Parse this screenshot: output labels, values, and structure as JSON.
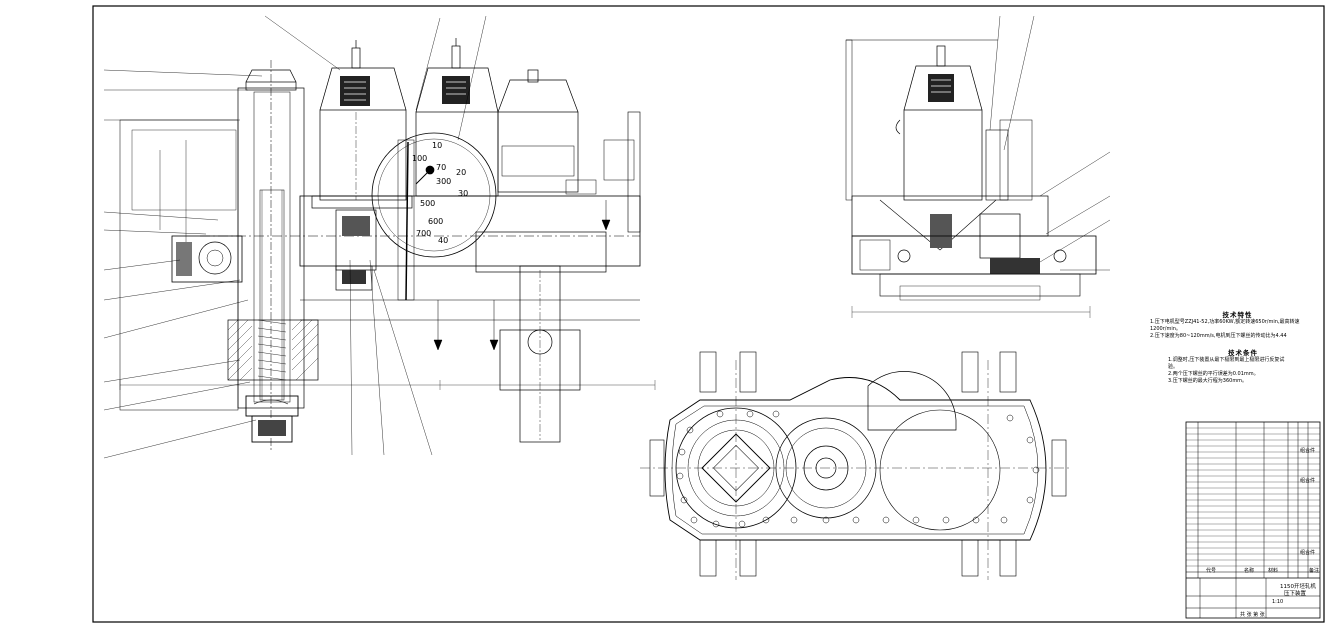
{
  "technical_specs": {
    "title": "技术特性",
    "lines": [
      "1.压下电机型号ZZJ41-52,功率60KW,额定转速650r/min,最高转速1200r/min。",
      "2.压下速度为80~120mm/s,电机到压下螺丝的传动比为4.44"
    ]
  },
  "technical_requirements": {
    "title": "技术条件",
    "lines": [
      "1.调整时,压下装置从最下极限到最上极限进行反复试",
      "验。",
      "2.两个压下螺丝的平行误差为0.01mm。",
      "3.压下螺丝的最大行程为360mm。"
    ]
  },
  "dial": {
    "ticks": [
      "10",
      "100",
      "70",
      "20",
      "300",
      "30",
      "500",
      "600",
      "700",
      "40"
    ]
  },
  "title_block": {
    "drawing_name": "1150开坯轧机",
    "drawing_subtitle": "压下装置",
    "header_code": "代号",
    "header_name": "名称",
    "header_material": "材料",
    "header_remark": "备注",
    "remark_a": "组合件",
    "remark_b": "组合件",
    "remark_c": "组合件",
    "scale": "1:10",
    "sheet": "共  张  第  张"
  }
}
